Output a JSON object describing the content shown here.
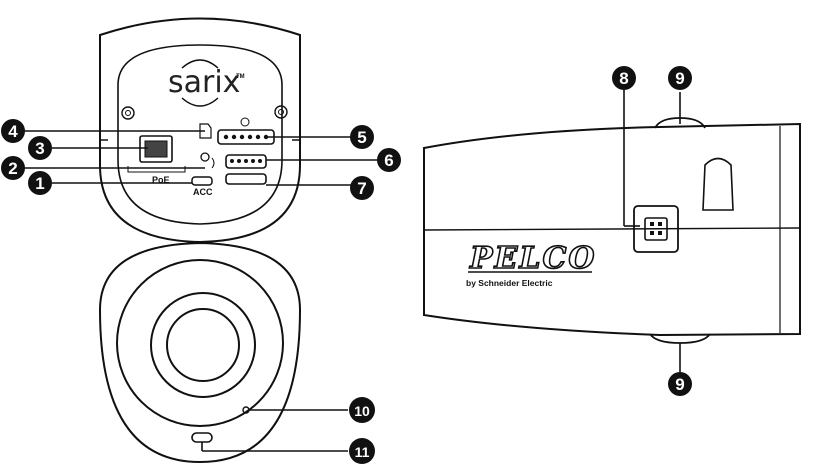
{
  "labels": {
    "brand": "sarix",
    "trademark": "TM",
    "poe": "PoE",
    "acc": "ACC",
    "pelco": "PELCO",
    "subtitle": "by Schneider Electric"
  },
  "callouts": [
    "1",
    "2",
    "3",
    "4",
    "5",
    "6",
    "7",
    "8",
    "9",
    "9",
    "10",
    "11"
  ],
  "colors": {
    "stroke": "#111111",
    "fill": "#ffffff",
    "callout": "#111111"
  }
}
